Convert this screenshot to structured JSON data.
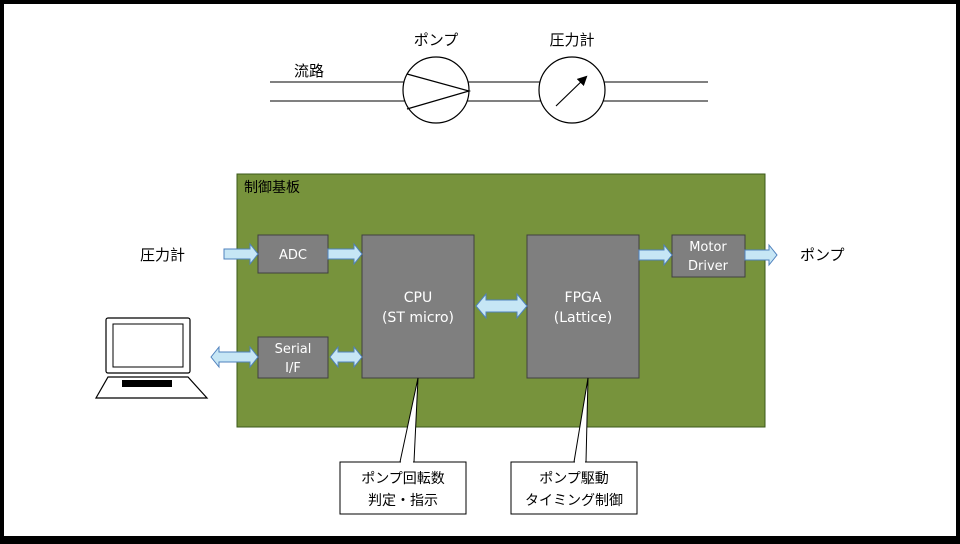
{
  "top": {
    "channel_label": "流路",
    "pump_label": "ポンプ",
    "gauge_label": "圧力計"
  },
  "board": {
    "title": "制御基板",
    "fill_color": "#77933C",
    "block_color": "#7F7F7F",
    "arrow_color": "#C6E6F5",
    "adc": "ADC",
    "serial": [
      "Serial",
      "I/F"
    ],
    "cpu": [
      "CPU",
      "(ST micro)"
    ],
    "fpga": [
      "FPGA",
      "(Lattice)"
    ],
    "motor": [
      "Motor",
      "Driver"
    ]
  },
  "external": {
    "gauge_input": "圧力計",
    "pump_output": "ポンプ"
  },
  "callouts": {
    "cpu": [
      "ポンプ回転数",
      "判定・指示"
    ],
    "fpga": [
      "ポンプ駆動",
      "タイミング制御"
    ]
  },
  "icons": [
    "laptop-icon",
    "pump-symbol-icon",
    "pressure-gauge-icon"
  ]
}
